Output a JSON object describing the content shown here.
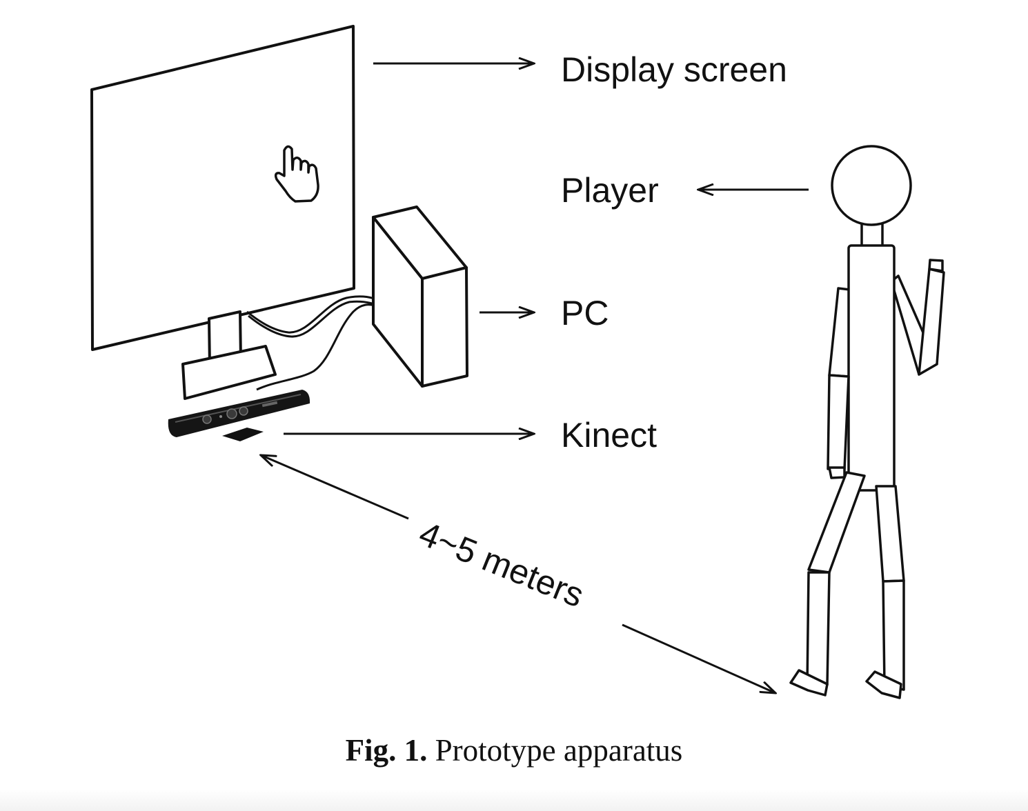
{
  "labels": {
    "display_screen": "Display screen",
    "player": "Player",
    "pc": "PC",
    "kinect": "Kinect",
    "distance": "4~5 meters"
  },
  "caption": {
    "figure_number": "Fig. 1.",
    "text": "Prototype apparatus"
  },
  "colors": {
    "stroke": "#111111",
    "background": "#ffffff"
  },
  "icons": {
    "cursor": "hand-pointer-icon"
  }
}
